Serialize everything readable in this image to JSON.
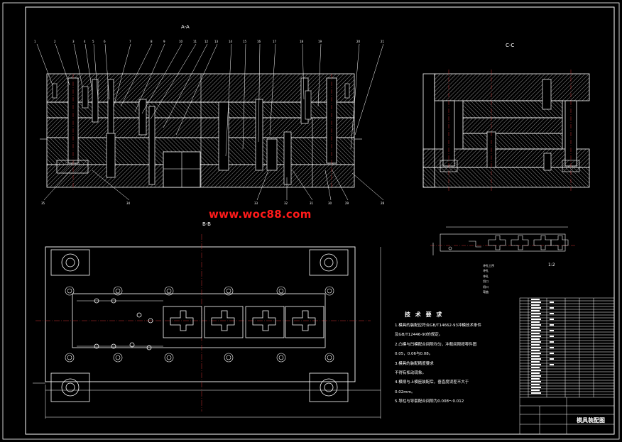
{
  "sections": {
    "main": "A-A",
    "side": "C-C",
    "plan": "B-B",
    "scale": "1:2"
  },
  "watermark": "www.woc88.com",
  "tech_requirements": {
    "title": "技 术 要 求",
    "lines": [
      "1.模具的装配应符合GB/T14662-93冲模技术条件",
      "及GB/T12446-90的规定。",
      "2.凸模与凹模配合间隙均匀，冲裁间隙按零件图",
      "0.05，0.06与0.08。",
      "3.模具的装配精度要求",
      "不得有松动现象。",
      "4.模柄与上模座装配后，垂直度误差不大于",
      "0.02mm。",
      "5.导柱与导套配合间隙为0.008～0.012"
    ]
  },
  "legend_lines": [
    "冲孔工序",
    "冲孔",
    "冲孔",
    "切口",
    "切口",
    "弯曲"
  ],
  "title_block": {
    "drawing_name": "模具装配图",
    "unit": "",
    "code": ""
  },
  "colors": {
    "background": "#000000",
    "line": "#ffffff",
    "hatch": "#d0d0d0",
    "center": "#cc3333",
    "watermark": "#ff1a1a"
  }
}
